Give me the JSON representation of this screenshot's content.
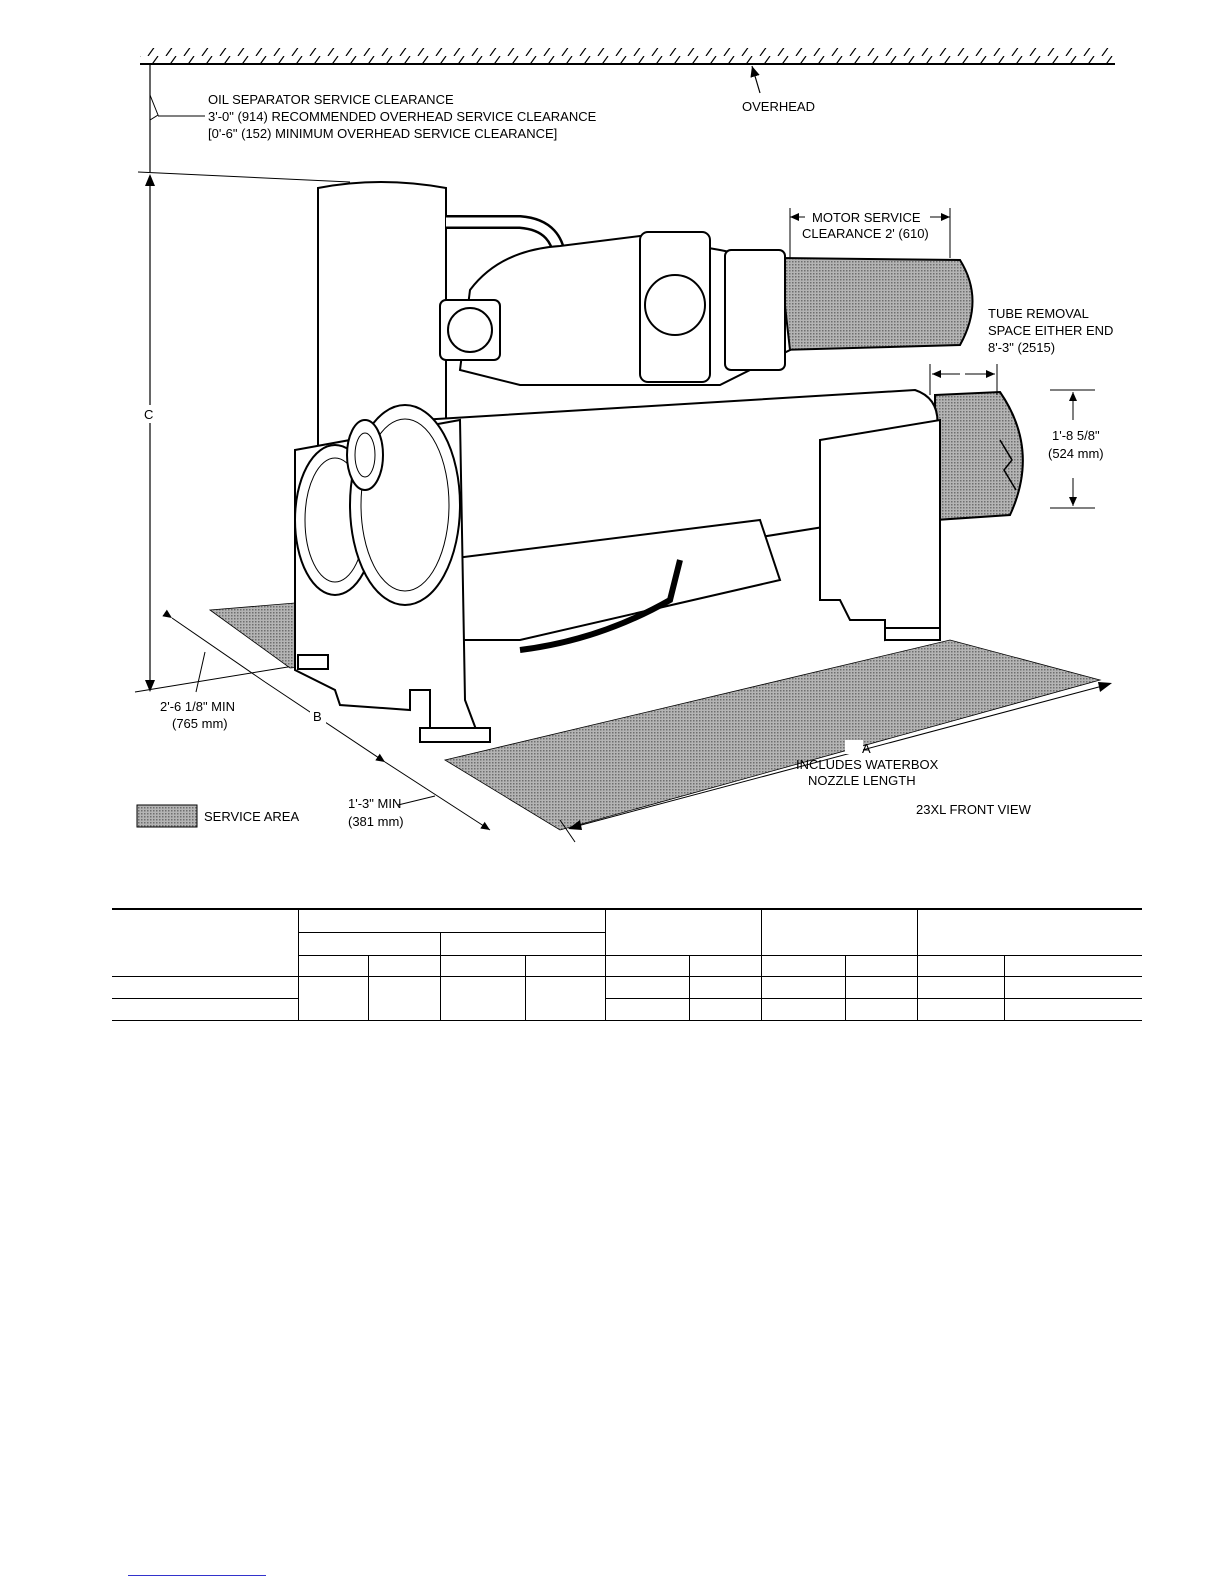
{
  "drawing": {
    "overhead_label": "OVERHEAD",
    "oil_separator": {
      "line1": "OIL SEPARATOR SERVICE CLEARANCE",
      "line2": "3'-0\" (914) RECOMMENDED OVERHEAD SERVICE CLEARANCE",
      "line3": "[0'-6\" (152) MINIMUM OVERHEAD SERVICE CLEARANCE]"
    },
    "motor_service": {
      "line1": "MOTOR SERVICE",
      "line2": "CLEARANCE 2' (610)"
    },
    "tube_removal": {
      "line1": "TUBE REMOVAL",
      "line2": "SPACE EITHER END",
      "line3": "8'-3\" (2515)"
    },
    "waterbox_dim": {
      "line1": "1'-8 5/8\"",
      "line2": "(524 mm)"
    },
    "dim_c": "C",
    "dim_b": "B",
    "dim_a": {
      "letter": "A",
      "line1": "INCLUDES WATERBOX",
      "line2": "NOZZLE LENGTH"
    },
    "left_clearance": {
      "line1": "2'-6 1/8\" MIN",
      "line2": "(765 mm)"
    },
    "front_clearance": {
      "line1": "1'-3\" MIN",
      "line2": "(381 mm)"
    },
    "legend_label": "SERVICE AREA",
    "view_label": "23XL FRONT VIEW"
  },
  "table": {
    "rows": 2,
    "columns": 11
  },
  "colors": {
    "ink": "#000000",
    "service_area": "#9a9a9a",
    "footer_link": "#3333cc"
  }
}
